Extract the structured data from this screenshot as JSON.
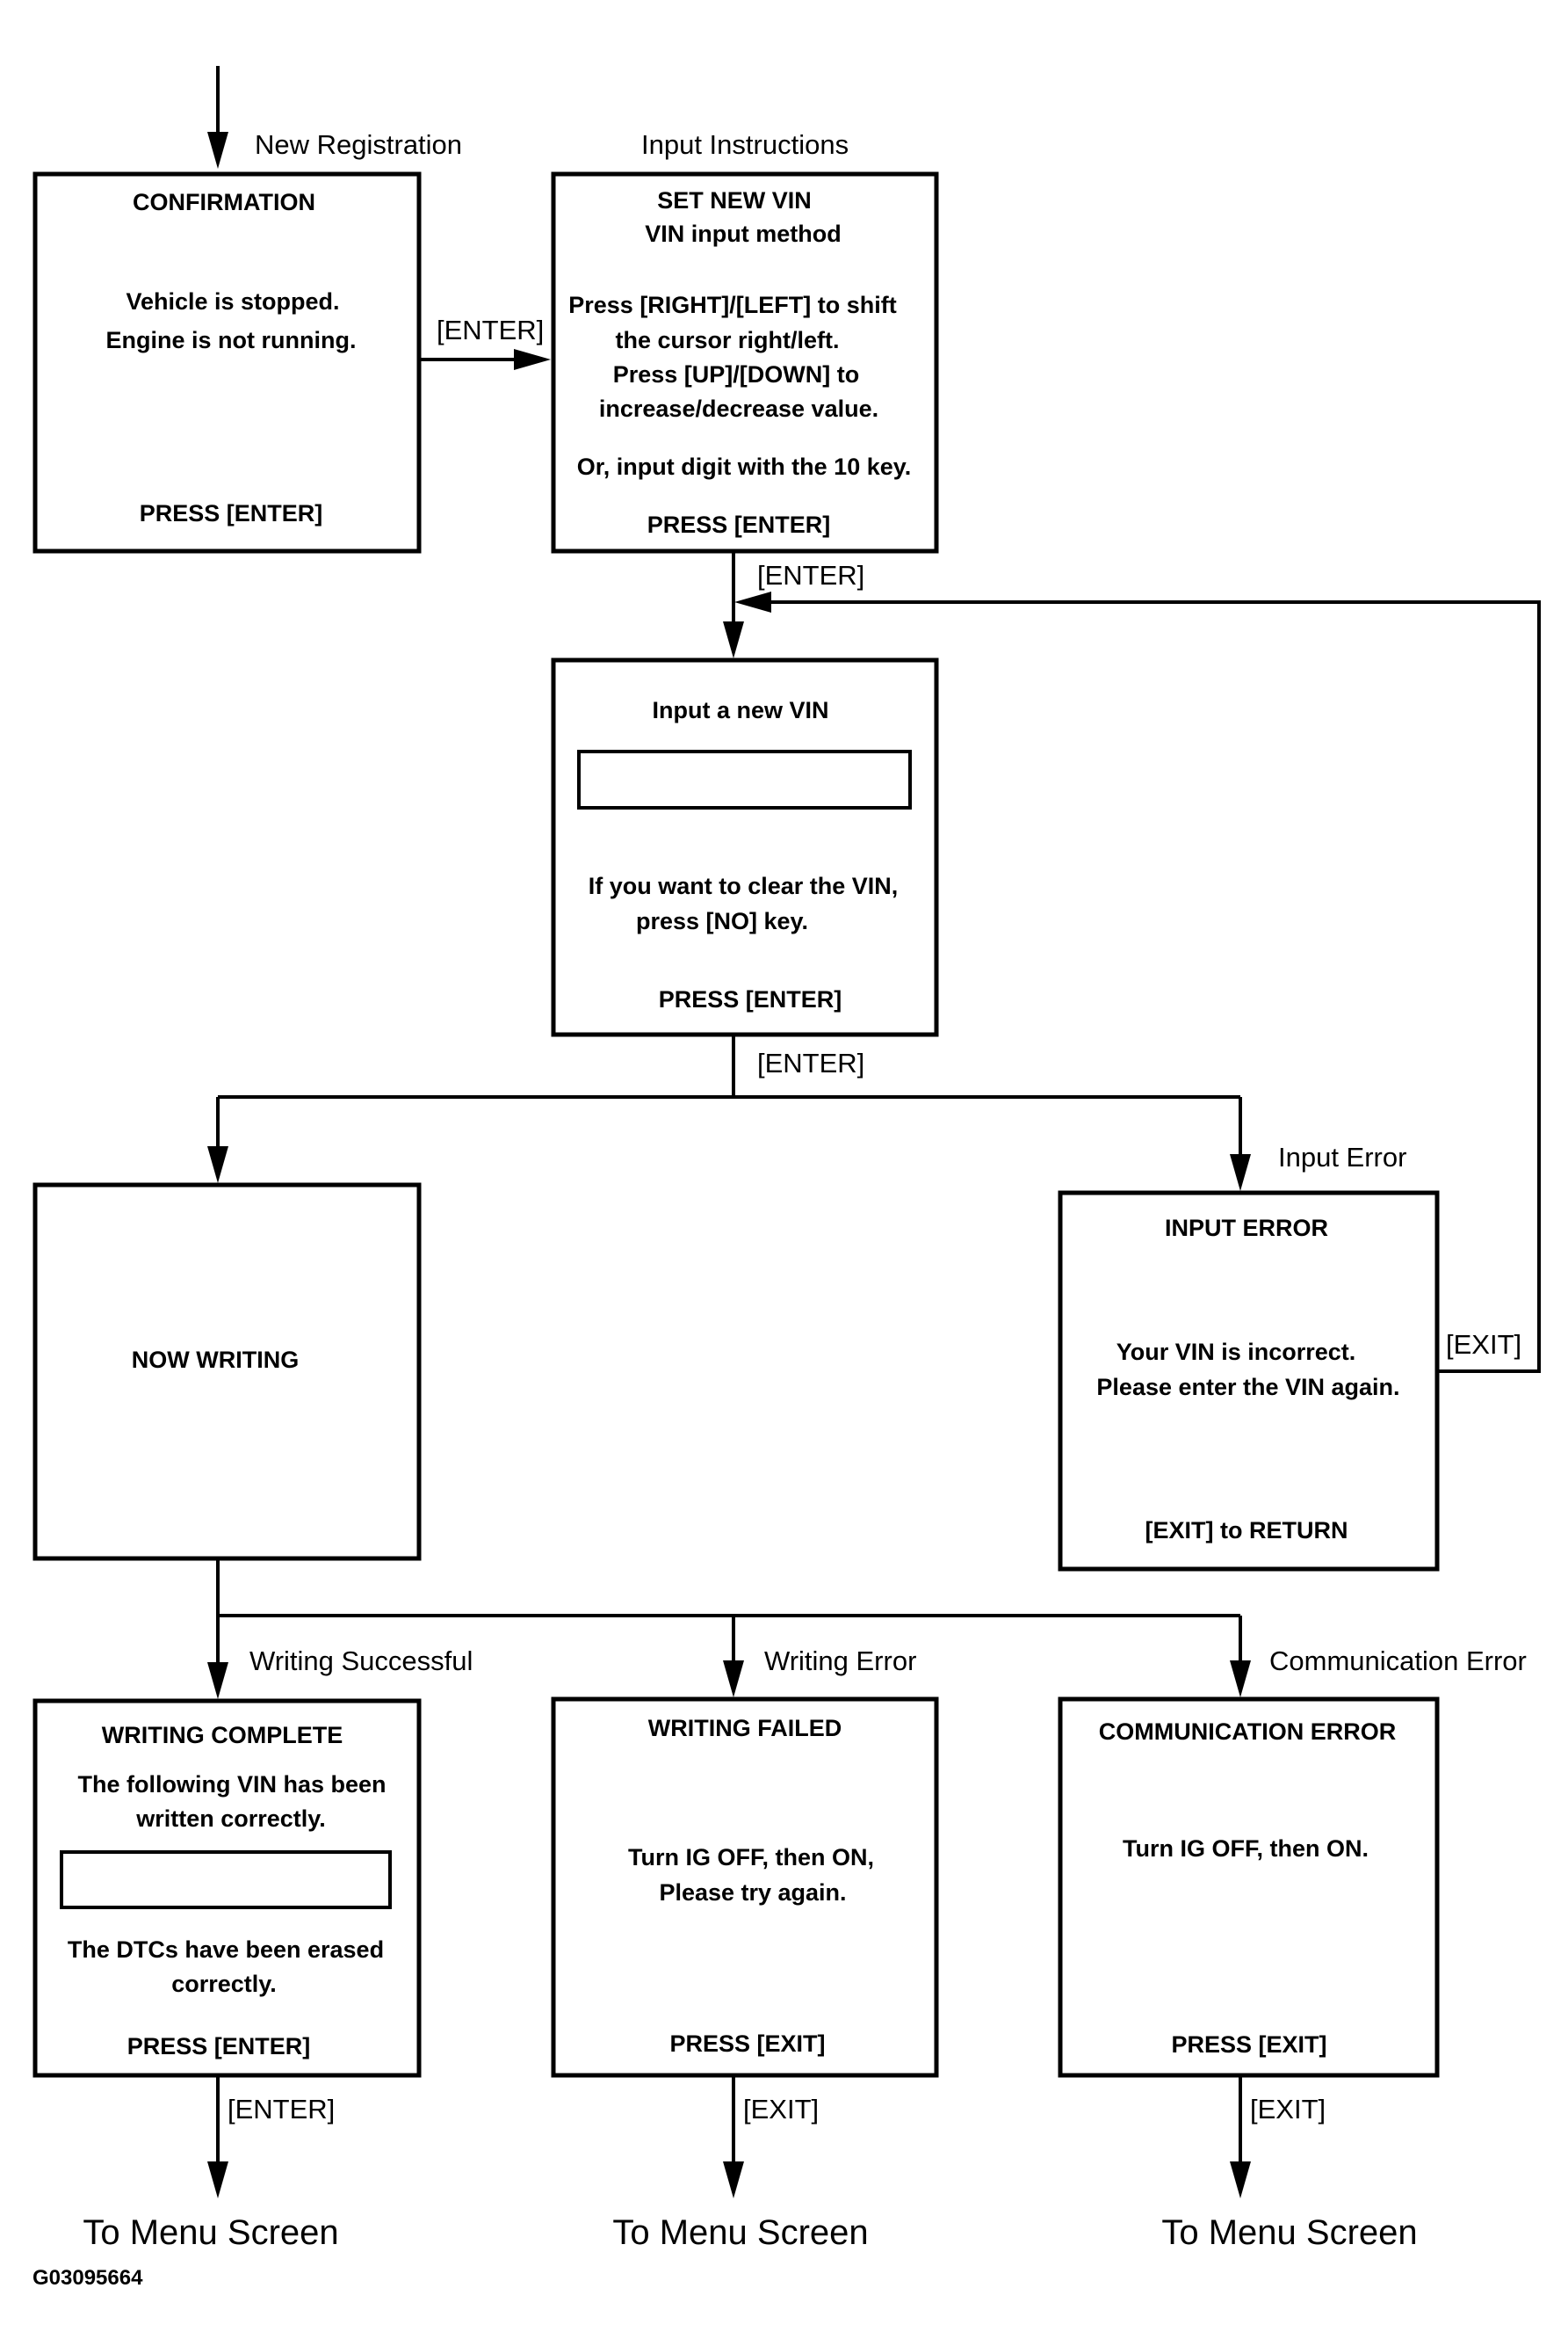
{
  "edges": {
    "new_registration": "New Registration",
    "input_instructions": "Input Instructions",
    "enter_1": "[ENTER]",
    "enter_2": "[ENTER]",
    "enter_3": "[ENTER]",
    "input_error": "Input Error",
    "exit_return": "[EXIT]",
    "writing_successful": "Writing Successful",
    "writing_error": "Writing Error",
    "communication_error": "Communication Error",
    "enter_4": "[ENTER]",
    "exit_1": "[EXIT]",
    "exit_2": "[EXIT]"
  },
  "boxes": {
    "confirmation": {
      "title": "CONFIRMATION",
      "line1": "Vehicle is stopped.",
      "line2": "Engine is not running.",
      "footer": "PRESS [ENTER]"
    },
    "set_new_vin": {
      "title": "SET NEW VIN",
      "subtitle": "VIN input method",
      "line1": "Press [RIGHT]/[LEFT] to shift",
      "line2": "the cursor right/left.",
      "line3": "Press [UP]/[DOWN] to",
      "line4": "increase/decrease value.",
      "line5": "Or, input digit with the 10 key.",
      "footer": "PRESS [ENTER]"
    },
    "input_vin": {
      "title": "Input a new VIN",
      "line1": "If you want to clear the VIN,",
      "line2": "press [NO] key.",
      "footer": "PRESS [ENTER]"
    },
    "now_writing": {
      "title": "NOW WRITING"
    },
    "input_error": {
      "title": "INPUT ERROR",
      "line1": "Your VIN is incorrect.",
      "line2": "Please enter the VIN again.",
      "footer": "[EXIT] to RETURN"
    },
    "writing_complete": {
      "title": "WRITING COMPLETE",
      "line1": "The following VIN has been",
      "line2": "written correctly.",
      "line3": "The DTCs have been erased",
      "line4": "correctly.",
      "footer": "PRESS [ENTER]"
    },
    "writing_failed": {
      "title": "WRITING FAILED",
      "line1": "Turn IG OFF, then ON,",
      "line2": "Please try again.",
      "footer": "PRESS [EXIT]"
    },
    "communication_error": {
      "title": "COMMUNICATION ERROR",
      "line1": "Turn IG OFF, then ON.",
      "footer": "PRESS [EXIT]"
    }
  },
  "destinations": {
    "menu_1": "To Menu Screen",
    "menu_2": "To Menu Screen",
    "menu_3": "To Menu Screen"
  },
  "figure_code": "G03095664"
}
